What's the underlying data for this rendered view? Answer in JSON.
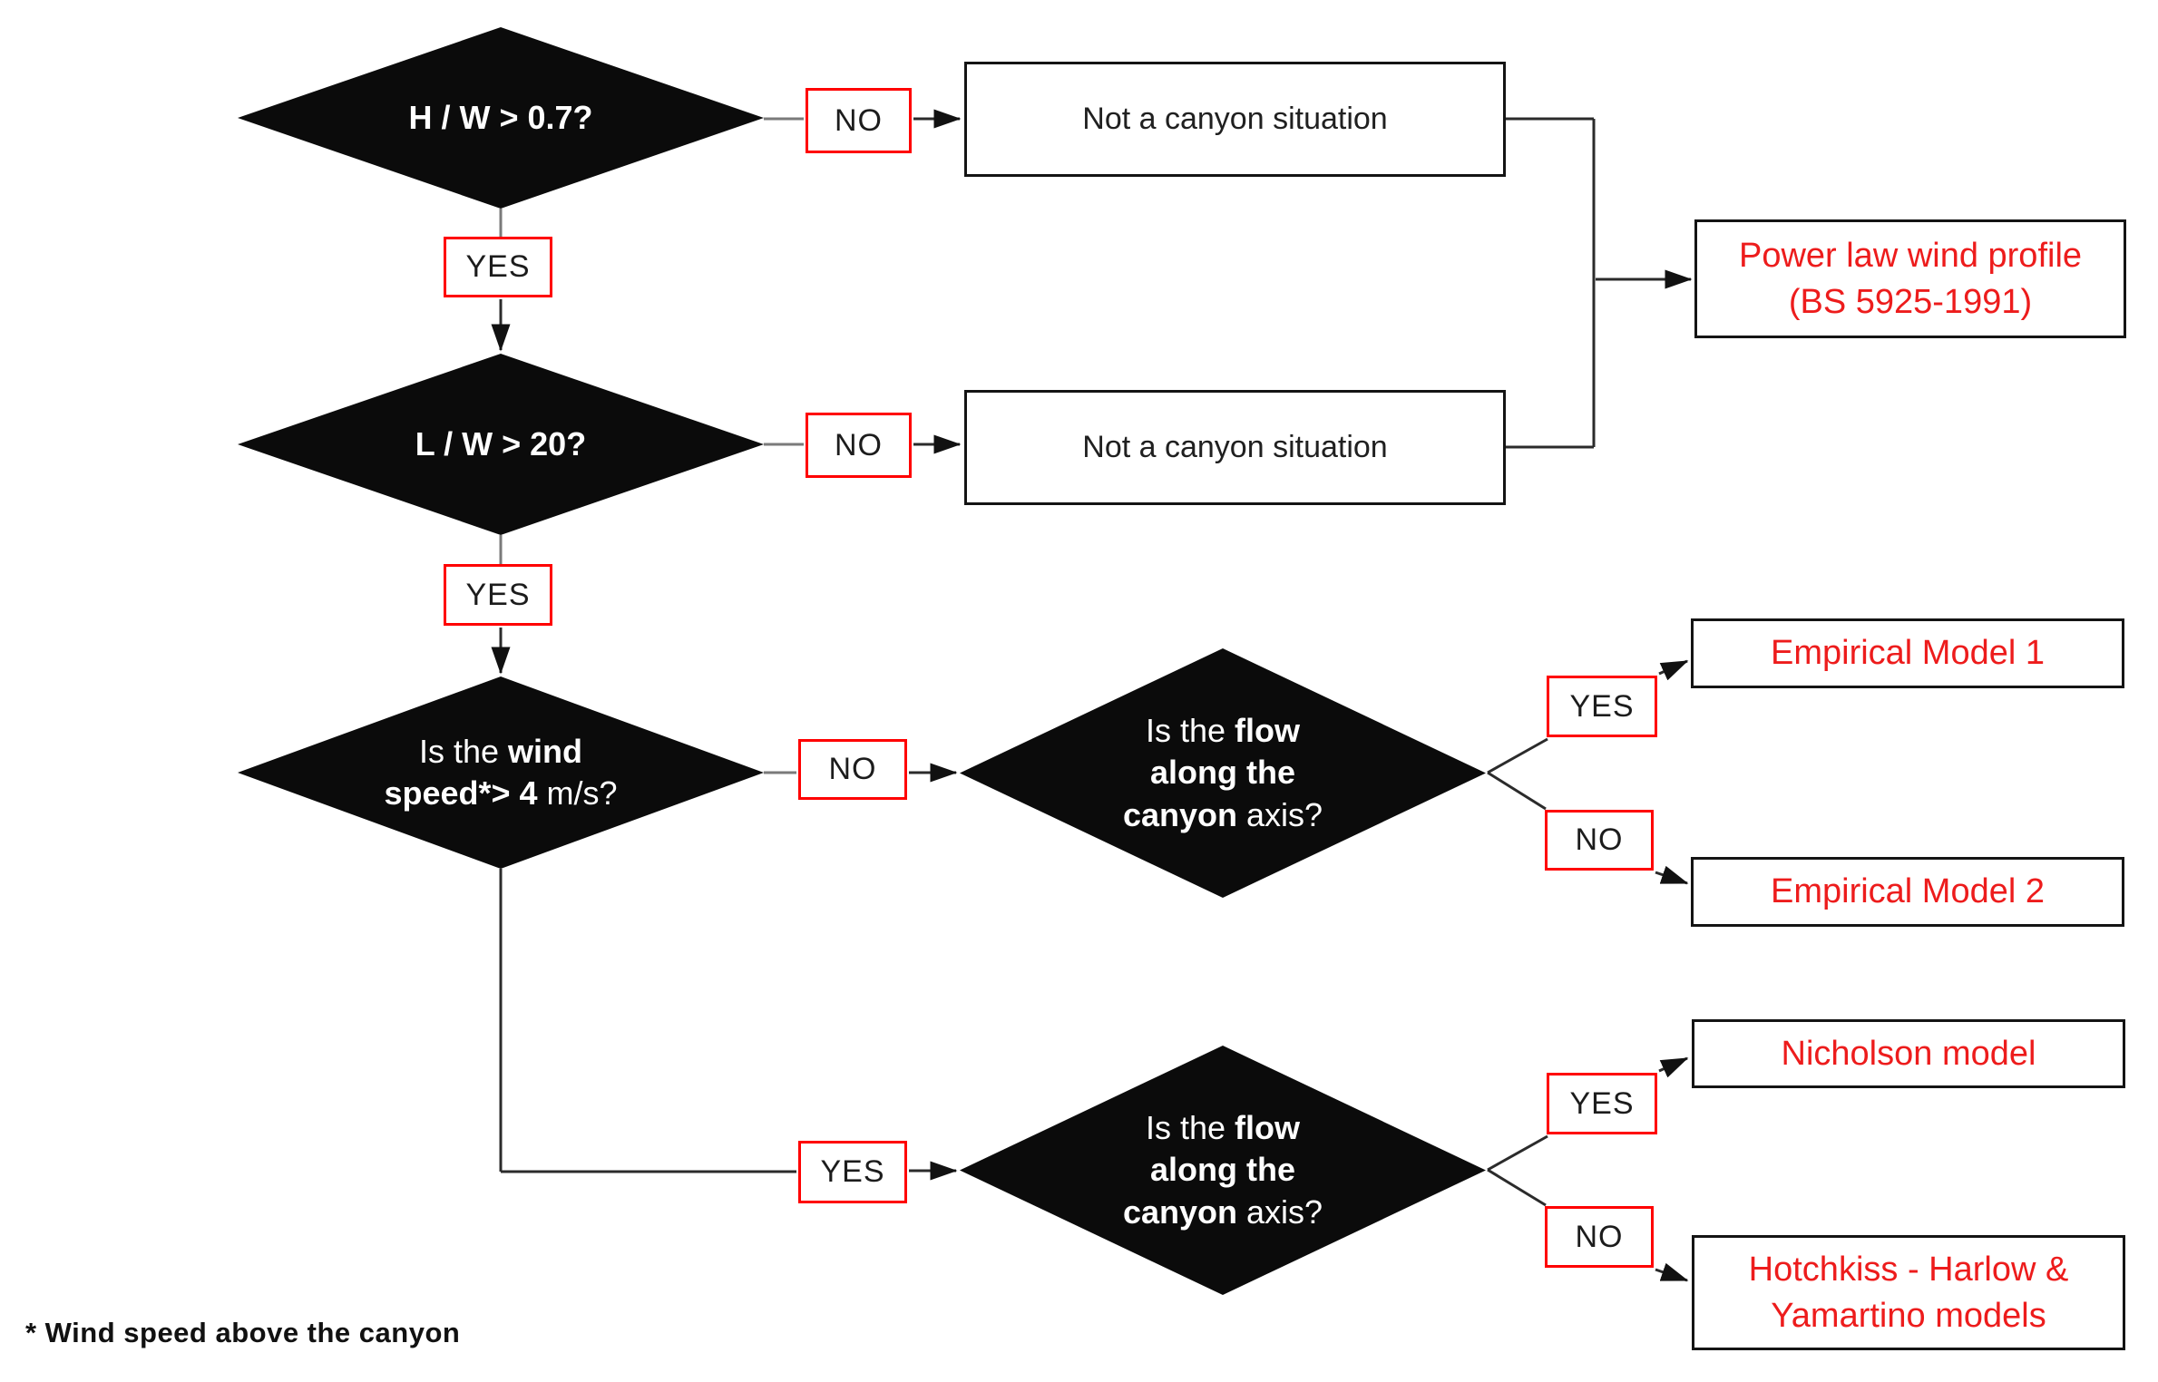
{
  "colors": {
    "diamond_fill": "#0b0b0b",
    "diamond_text": "#ffffff",
    "result_text_red": "#ed1c1c",
    "yes_no_border_red": "#ff0000",
    "box_border_black": "#141414",
    "line_black": "#2b2b2b",
    "stub_gray": "#7a7a7a"
  },
  "labels": {
    "yes": "YES",
    "no": "NO"
  },
  "decisions": {
    "hw": {
      "text": "H / W > 0.7?"
    },
    "lw": {
      "text": "L / W > 20?"
    },
    "wind": {
      "l1_regular": "Is the ",
      "l1_bold": "wind",
      "l2_bold": "speed*> 4",
      "l2_regular": " m/s?"
    },
    "flow": {
      "l1_regular": "Is the ",
      "l1_bold": "flow",
      "l2_bold": "along the",
      "l3_bold": "canyon",
      "l3_regular": " axis?"
    }
  },
  "process": {
    "not_canyon": "Not a canyon situation"
  },
  "results": {
    "power_line1": "Power law wind profile",
    "power_line2": "(BS 5925-1991)",
    "empirical1": "Empirical Model 1",
    "empirical2": "Empirical Model 2",
    "nicholson": "Nicholson model",
    "hotchkiss_line1": "Hotchkiss - Harlow &",
    "hotchkiss_line2": "Yamartino models"
  },
  "footnote": "* Wind speed above the canyon"
}
